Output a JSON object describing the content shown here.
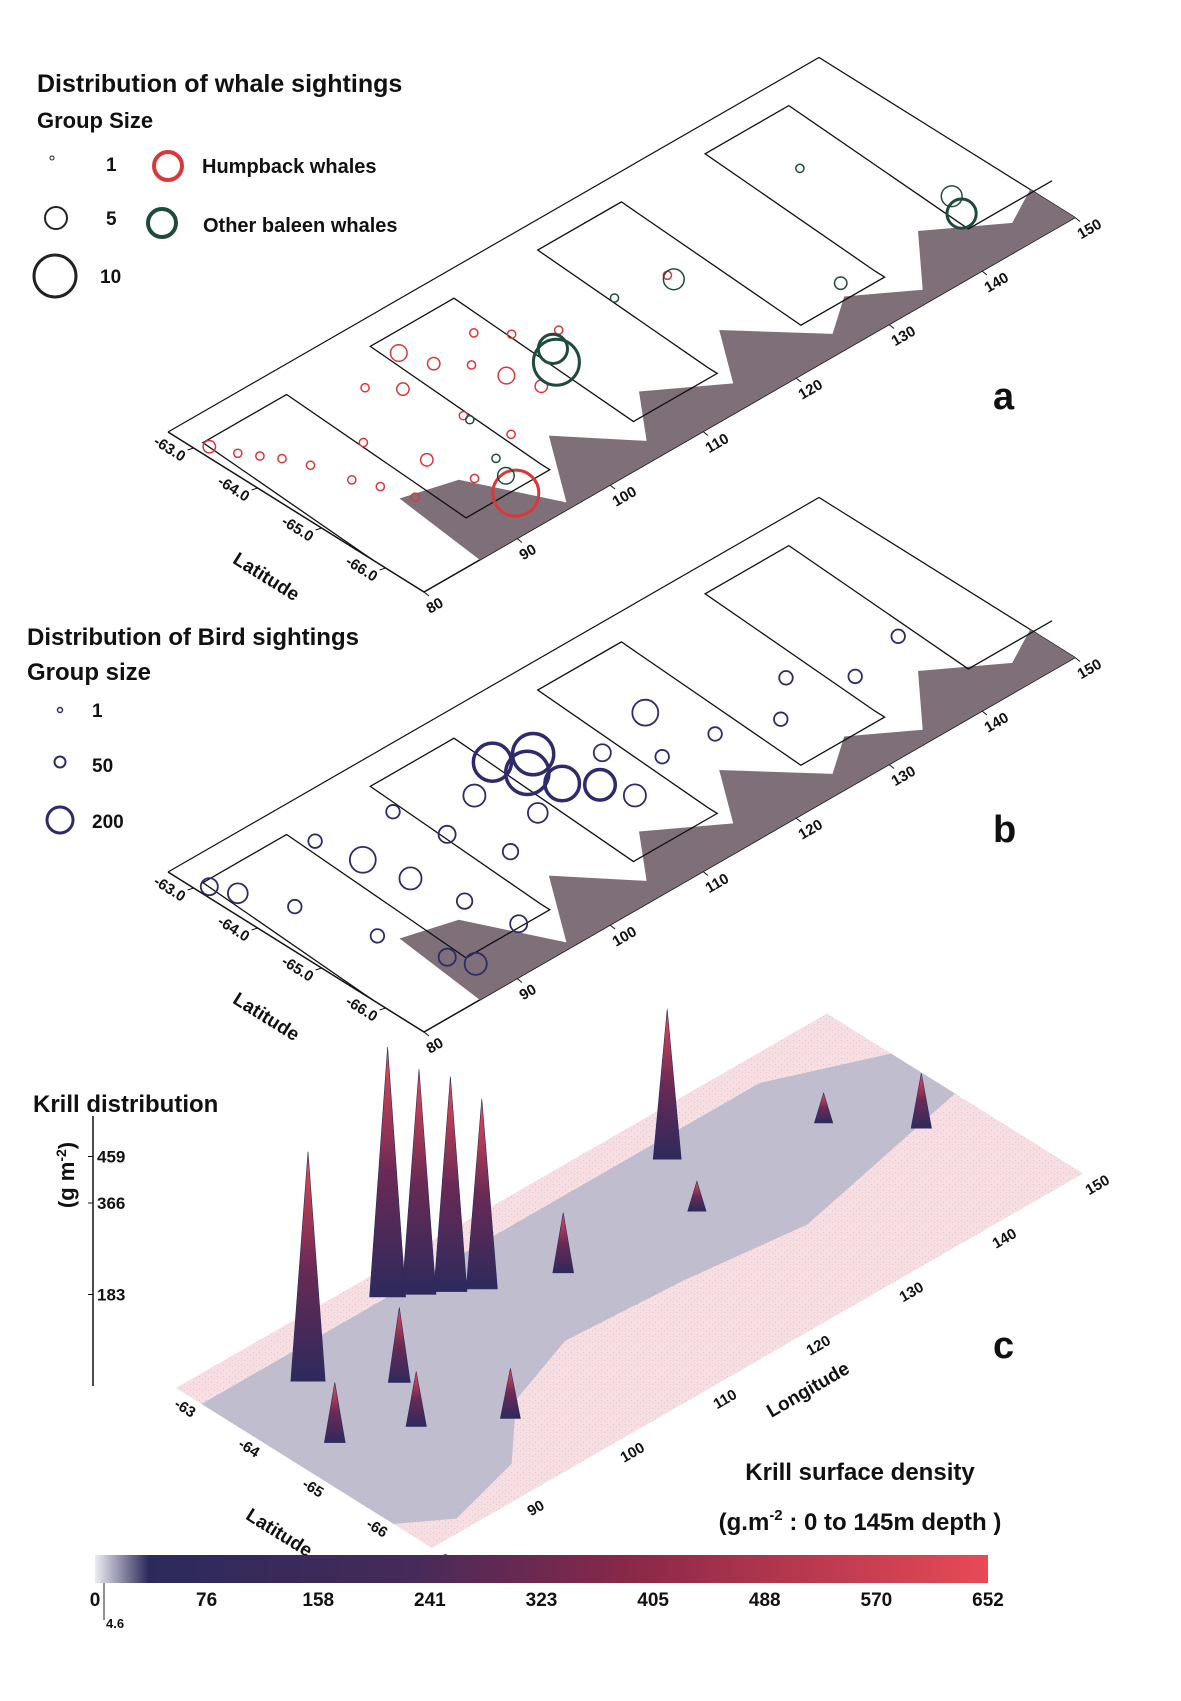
{
  "chart_data": [
    {
      "type": "scatter",
      "panel": "a",
      "title": "Distribution of whale sightings",
      "size_legend_title": "Group Size",
      "size_legend": [
        1,
        5,
        10
      ],
      "series": [
        {
          "name": "Humpback whales",
          "color": "#d9383a",
          "points": [
            [
              81,
              -63.1,
              2
            ],
            [
              82,
              -63.4,
              1
            ],
            [
              83,
              -63.6,
              1
            ],
            [
              84,
              -63.8,
              1
            ],
            [
              85,
              -64.1,
              1
            ],
            [
              86,
              -64.6,
              1
            ],
            [
              87,
              -64.9,
              1
            ],
            [
              88,
              -65.3,
              1
            ],
            [
              90,
              -64.2,
              1
            ],
            [
              92,
              -64.9,
              2
            ],
            [
              93,
              -65.5,
              1
            ],
            [
              94,
              -66.0,
              10
            ],
            [
              95,
              -63.5,
              1
            ],
            [
              97,
              -63.8,
              2
            ],
            [
              98,
              -64.6,
              1
            ],
            [
              99,
              -65.2,
              1
            ],
            [
              100,
              -63.3,
              3
            ],
            [
              101,
              -63.7,
              2
            ],
            [
              103,
              -64.0,
              1
            ],
            [
              104,
              -64.4,
              3
            ],
            [
              105,
              -64.8,
              2
            ],
            [
              106,
              -63.6,
              1
            ],
            [
              108,
              -63.9,
              1
            ],
            [
              111,
              -64.2,
              1
            ],
            [
              122,
              -64.3,
              1
            ]
          ]
        },
        {
          "name": "Other baleen whales",
          "color": "#1f4a3d",
          "points": [
            [
              95,
              -65.7,
              3
            ],
            [
              96,
              -65.4,
              1
            ],
            [
              98,
              -64.7,
              1
            ],
            [
              108,
              -64.6,
              10
            ],
            [
              109,
              -64.4,
              6
            ],
            [
              117,
              -64.2,
              1
            ],
            [
              122,
              -64.4,
              4
            ],
            [
              131,
              -65.7,
              2
            ],
            [
              139,
              -63.9,
              1
            ],
            [
              144,
              -65.7,
              6
            ],
            [
              145,
              -65.4,
              4
            ]
          ]
        }
      ],
      "xlabel": "",
      "ylabel": "Latitude",
      "x_ticks": [
        80,
        90,
        100,
        110,
        120,
        130,
        140,
        150
      ],
      "y_ticks": [
        "-63.0",
        "-64.0",
        "-65.0",
        "-66.0"
      ],
      "xlim": [
        80,
        150
      ],
      "ylim": [
        -62.6,
        -66.6
      ],
      "panel_label": "a"
    },
    {
      "type": "scatter",
      "panel": "b",
      "title": "Distribution of Bird sightings",
      "size_legend_title": "Group size",
      "size_legend": [
        1,
        50,
        200
      ],
      "series": [
        {
          "name": "",
          "color": "#2e2a6b",
          "points": [
            [
              81,
              -63.1,
              20
            ],
            [
              82,
              -63.4,
              30
            ],
            [
              84,
              -64.0,
              10
            ],
            [
              86,
              -65.0,
              10
            ],
            [
              88,
              -65.8,
              20
            ],
            [
              89,
              -66.1,
              40
            ],
            [
              91,
              -63.3,
              10
            ],
            [
              92,
              -63.9,
              60
            ],
            [
              93,
              -64.5,
              40
            ],
            [
              94,
              -65.2,
              15
            ],
            [
              95,
              -65.9,
              20
            ],
            [
              98,
              -63.5,
              10
            ],
            [
              99,
              -64.2,
              20
            ],
            [
              101,
              -64.9,
              15
            ],
            [
              104,
              -63.9,
              40
            ],
            [
              106,
              -64.6,
              30
            ],
            [
              108,
              -63.6,
              150
            ],
            [
              109,
              -64.0,
              200
            ],
            [
              110,
              -64.4,
              120
            ],
            [
              111,
              -63.8,
              180
            ],
            [
              112,
              -64.7,
              90
            ],
            [
              113,
              -65.1,
              40
            ],
            [
              115,
              -64.3,
              20
            ],
            [
              118,
              -64.8,
              10
            ],
            [
              121,
              -64.1,
              60
            ],
            [
              123,
              -64.9,
              10
            ],
            [
              128,
              -65.2,
              10
            ],
            [
              132,
              -64.7,
              10
            ],
            [
              136,
              -65.2,
              10
            ],
            [
              142,
              -65.0,
              10
            ]
          ]
        }
      ],
      "xlabel": "",
      "ylabel": "Latitude",
      "x_ticks": [
        80,
        90,
        100,
        110,
        120,
        130,
        140,
        150
      ],
      "y_ticks": [
        "-63.0",
        "-64.0",
        "-65.0",
        "-66.0"
      ],
      "xlim": [
        80,
        150
      ],
      "ylim": [
        -62.6,
        -66.6
      ],
      "panel_label": "b"
    },
    {
      "type": "area",
      "panel": "c",
      "title": "Krill distribution",
      "xlabel": "Longitude",
      "ylabel": "Latitude",
      "zlabel": "(g m-2)",
      "z_ticks": [
        183,
        366,
        459
      ],
      "x_ticks": [
        80,
        90,
        100,
        110,
        120,
        130,
        140,
        150
      ],
      "y_ticks": [
        "-63",
        "-64",
        "-65",
        "-66"
      ],
      "xlim": [
        80,
        150
      ],
      "ylim": [
        -62.6,
        -66.6
      ],
      "peaks": [
        [
          84,
          -64.5,
          120
        ],
        [
          88,
          -63.5,
          459
        ],
        [
          90,
          -64.9,
          110
        ],
        [
          93,
          -64.2,
          150
        ],
        [
          96,
          -65.5,
          100
        ],
        [
          100,
          -63.0,
          500
        ],
        [
          102,
          -63.2,
          450
        ],
        [
          104,
          -63.4,
          430
        ],
        [
          106,
          -63.6,
          380
        ],
        [
          112,
          -64.0,
          120
        ],
        [
          125,
          -64.2,
          60
        ],
        [
          128,
          -63.3,
          300
        ],
        [
          140,
          -64.0,
          60
        ],
        [
          145,
          -64.8,
          110
        ]
      ],
      "panel_label": "c",
      "colorbar": {
        "title_line1": "Krill surface density",
        "title_line2_prefix": "(g.m",
        "title_line2_sup": "-2",
        "title_line2_suffix": " : 0 to 145m depth )",
        "ticks": [
          "0",
          "76",
          "158",
          "241",
          "323",
          "405",
          "488",
          "570",
          "652"
        ],
        "min_label": "4.6",
        "colors": [
          "#ececf2",
          "#2c2a5c",
          "#452a5a",
          "#8a2848",
          "#e84a55"
        ]
      }
    }
  ],
  "legend_a": {
    "size_labels": [
      "1",
      "5",
      "10"
    ],
    "humpback_label": "Humpback whales",
    "other_label": "Other baleen whales"
  },
  "legend_b": {
    "size_labels": [
      "1",
      "50",
      "200"
    ]
  },
  "krill_axis_label": "(g m",
  "krill_axis_label_sup": "-2",
  "krill_axis_label_end": ")"
}
